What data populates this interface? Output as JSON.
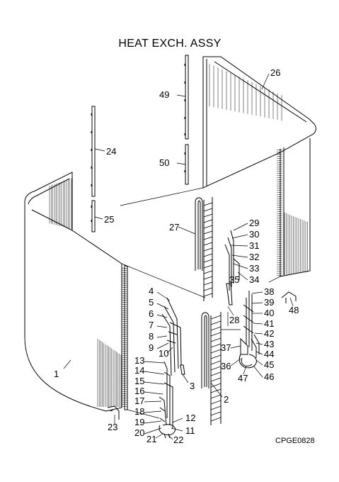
{
  "title": "HEAT EXCH. ASSY",
  "drawing_code": "CPGE0828",
  "callouts": [
    {
      "id": "1"
    },
    {
      "id": "2"
    },
    {
      "id": "3"
    },
    {
      "id": "4"
    },
    {
      "id": "5"
    },
    {
      "id": "6"
    },
    {
      "id": "7"
    },
    {
      "id": "8"
    },
    {
      "id": "9"
    },
    {
      "id": "10"
    },
    {
      "id": "11"
    },
    {
      "id": "12"
    },
    {
      "id": "13"
    },
    {
      "id": "14"
    },
    {
      "id": "15"
    },
    {
      "id": "16"
    },
    {
      "id": "17"
    },
    {
      "id": "18"
    },
    {
      "id": "19"
    },
    {
      "id": "20"
    },
    {
      "id": "21"
    },
    {
      "id": "22"
    },
    {
      "id": "23"
    },
    {
      "id": "24"
    },
    {
      "id": "25"
    },
    {
      "id": "26"
    },
    {
      "id": "27"
    },
    {
      "id": "28"
    },
    {
      "id": "29"
    },
    {
      "id": "30"
    },
    {
      "id": "31"
    },
    {
      "id": "32"
    },
    {
      "id": "33"
    },
    {
      "id": "34"
    },
    {
      "id": "35"
    },
    {
      "id": "36"
    },
    {
      "id": "37"
    },
    {
      "id": "38"
    },
    {
      "id": "39"
    },
    {
      "id": "40"
    },
    {
      "id": "41"
    },
    {
      "id": "42"
    },
    {
      "id": "43"
    },
    {
      "id": "44"
    },
    {
      "id": "45"
    },
    {
      "id": "46"
    },
    {
      "id": "47"
    },
    {
      "id": "48"
    },
    {
      "id": "49"
    },
    {
      "id": "50"
    }
  ]
}
